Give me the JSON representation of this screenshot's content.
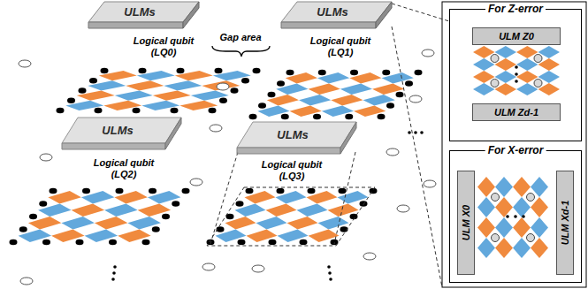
{
  "diagram": {
    "nodes": [
      {
        "text": [
          "ULMs"
        ]
      },
      {
        "text": [
          "ULMs"
        ]
      },
      {
        "text": [
          "ULMs"
        ]
      },
      {
        "text": [
          "ULMs"
        ]
      },
      {
        "text": [
          "For Z-error"
        ]
      },
      {
        "text": [
          "ULM Z0"
        ],
        "in": 4
      },
      {
        "text": [
          "ULM Zd-1"
        ],
        "in": 4
      },
      {
        "text": [
          "For X-error"
        ]
      },
      {
        "text": [
          "ULM X0"
        ],
        "in": 7
      },
      {
        "text": [
          "ULM Xd-1"
        ],
        "in": 7
      }
    ],
    "edges": [
      {
        "from": 1,
        "to": 4,
        "arrow": "none"
      }
    ],
    "labels": [
      "Logical qubit (LQ0)",
      "Gap area",
      "Logical qubit (LQ1)",
      "Logical qubit (LQ2)",
      "Logical qubit (LQ3)"
    ]
  }
}
